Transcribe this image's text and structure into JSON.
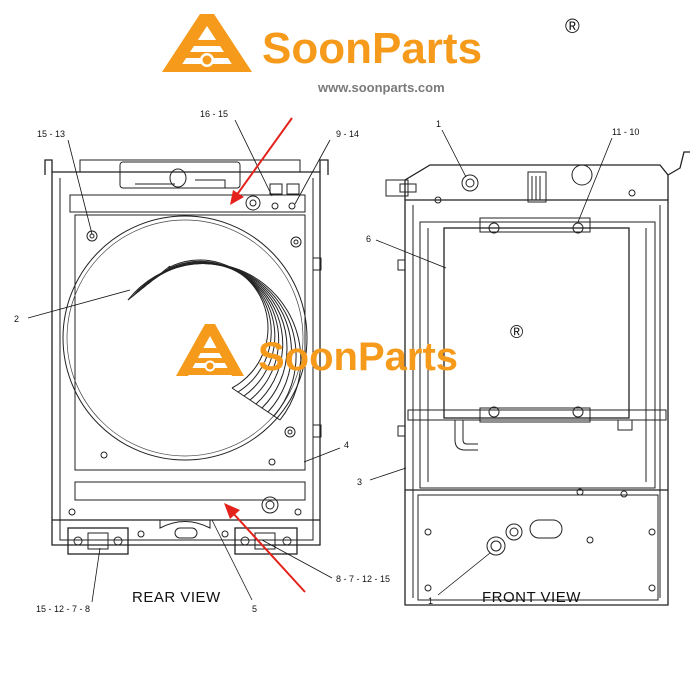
{
  "brand": {
    "name": "SoonParts",
    "registered": "®",
    "url": "www.soonparts.com",
    "color": "#f59a1b",
    "url_color": "#7a7a7a"
  },
  "watermark": {
    "name": "SoonParts",
    "registered": "®"
  },
  "views": {
    "rear": "REAR VIEW",
    "front": "FRONT VIEW"
  },
  "callouts": {
    "c15_13": "15 - 13",
    "c16_15": "16 - 15",
    "c9_14": "9 - 14",
    "c2": "2",
    "c4": "4",
    "c5": "5",
    "c8_7_12_15": "8 - 7 - 12 - 15",
    "c15_12_7_8": "15 - 12 - 7 - 8",
    "c1_top": "1",
    "c11_10": "11 - 10",
    "c6": "6",
    "c3": "3",
    "c1_bottom": "1"
  },
  "colors": {
    "arrow": "#e3221b",
    "line": "#222222"
  }
}
